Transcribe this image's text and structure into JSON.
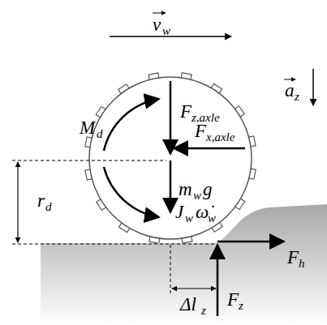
{
  "diagram": {
    "labels": [
      "v",
      "w",
      "a",
      "z",
      "M",
      "d",
      "F",
      "z,axle",
      "F",
      "x,axle",
      "m",
      "w",
      "g",
      "r",
      "d",
      "J",
      "w",
      "ω̇",
      "w",
      "F",
      "h",
      "F",
      "z",
      "Δl",
      "z"
    ]
  }
}
